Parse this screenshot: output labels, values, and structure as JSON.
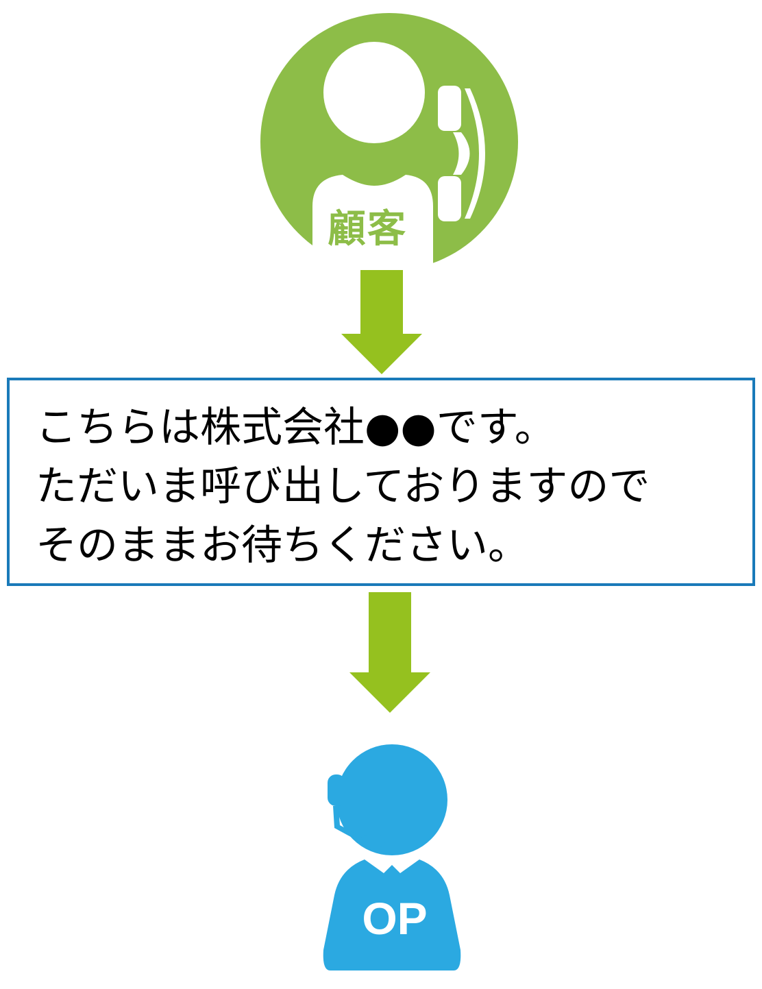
{
  "colors": {
    "customer_green": "#8dbd48",
    "arrow_green": "#95c11f",
    "operator_blue": "#2ba9e1",
    "box_border": "#1a7ab9",
    "text": "#000000",
    "white": "#ffffff"
  },
  "customer": {
    "label": "顧客",
    "icon": "customer-with-phone-icon"
  },
  "message": {
    "lines": [
      "こちらは株式会社●●です。",
      "ただいま呼び出しておりますので",
      "そのままお待ちください。"
    ]
  },
  "operator": {
    "label": "OP",
    "icon": "operator-headset-icon"
  }
}
